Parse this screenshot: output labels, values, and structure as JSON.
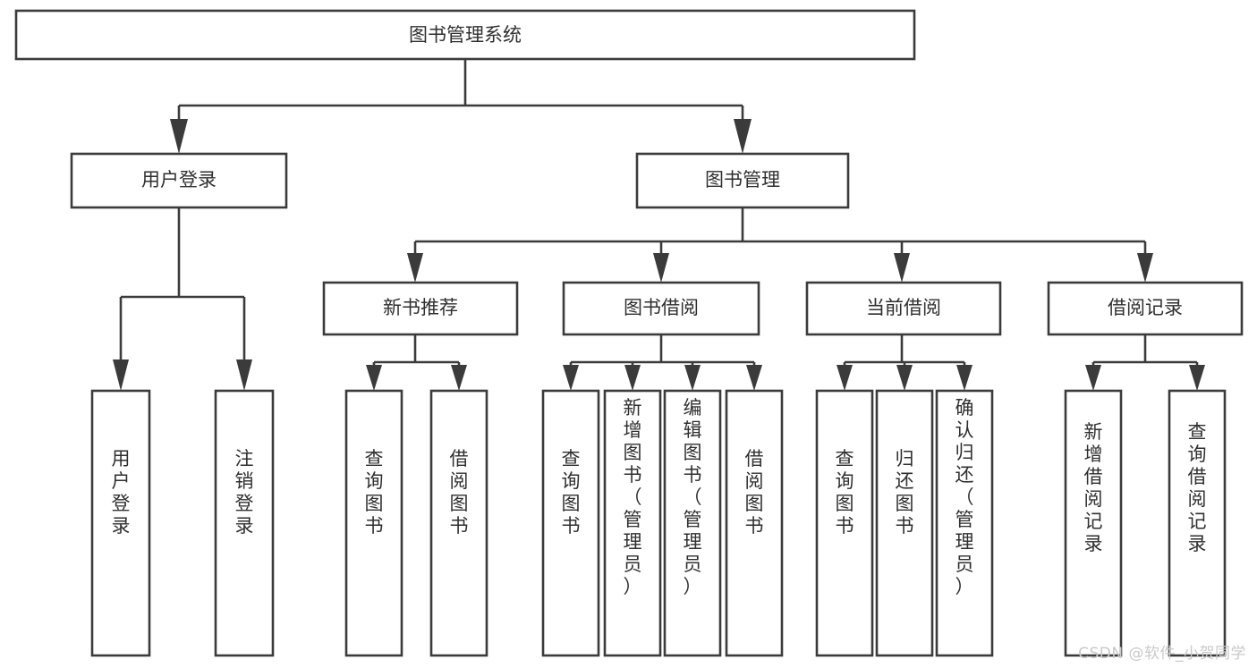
{
  "diagram": {
    "title": "图书管理系统",
    "type": "tree",
    "watermark": "CSDN @软件_小贺同学",
    "colors": {
      "stroke": "#3b3b3b",
      "fill": "#ffffff",
      "text": "#2f2f2f",
      "watermark": "#c9c9c9",
      "background": "#ffffff"
    },
    "levels": {
      "root": {
        "label": "图书管理系统"
      },
      "level2": [
        {
          "id": "user-login",
          "label": "用户登录"
        },
        {
          "id": "book-management",
          "label": "图书管理"
        }
      ],
      "level3": [
        {
          "id": "new-book-recommend",
          "label": "新书推荐",
          "parent": "book-management"
        },
        {
          "id": "book-borrow",
          "label": "图书借阅",
          "parent": "book-management"
        },
        {
          "id": "current-borrow",
          "label": "当前借阅",
          "parent": "book-management"
        },
        {
          "id": "borrow-record",
          "label": "借阅记录",
          "parent": "book-management"
        }
      ],
      "leaves": [
        {
          "id": "leaf-user-login",
          "label": "用户登录",
          "parent": "user-login"
        },
        {
          "id": "leaf-user-logout",
          "label": "注销登录",
          "parent": "user-login"
        },
        {
          "id": "leaf-query-book-1",
          "label": "查询图书",
          "parent": "new-book-recommend"
        },
        {
          "id": "leaf-borrow-book-1",
          "label": "借阅图书",
          "parent": "new-book-recommend"
        },
        {
          "id": "leaf-query-book-2",
          "label": "查询图书",
          "parent": "book-borrow"
        },
        {
          "id": "leaf-add-book",
          "label": "新增图书（管理员）",
          "parent": "book-borrow"
        },
        {
          "id": "leaf-edit-book",
          "label": "编辑图书（管理员）",
          "parent": "book-borrow"
        },
        {
          "id": "leaf-borrow-book-2",
          "label": "借阅图书",
          "parent": "book-borrow"
        },
        {
          "id": "leaf-query-book-3",
          "label": "查询图书",
          "parent": "current-borrow"
        },
        {
          "id": "leaf-return-book",
          "label": "归还图书",
          "parent": "current-borrow"
        },
        {
          "id": "leaf-confirm-return",
          "label": "确认归还（管理员）",
          "parent": "current-borrow"
        },
        {
          "id": "leaf-add-record",
          "label": "新增借阅记录",
          "parent": "borrow-record"
        },
        {
          "id": "leaf-query-record",
          "label": "查询借阅记录",
          "parent": "borrow-record"
        }
      ]
    }
  }
}
